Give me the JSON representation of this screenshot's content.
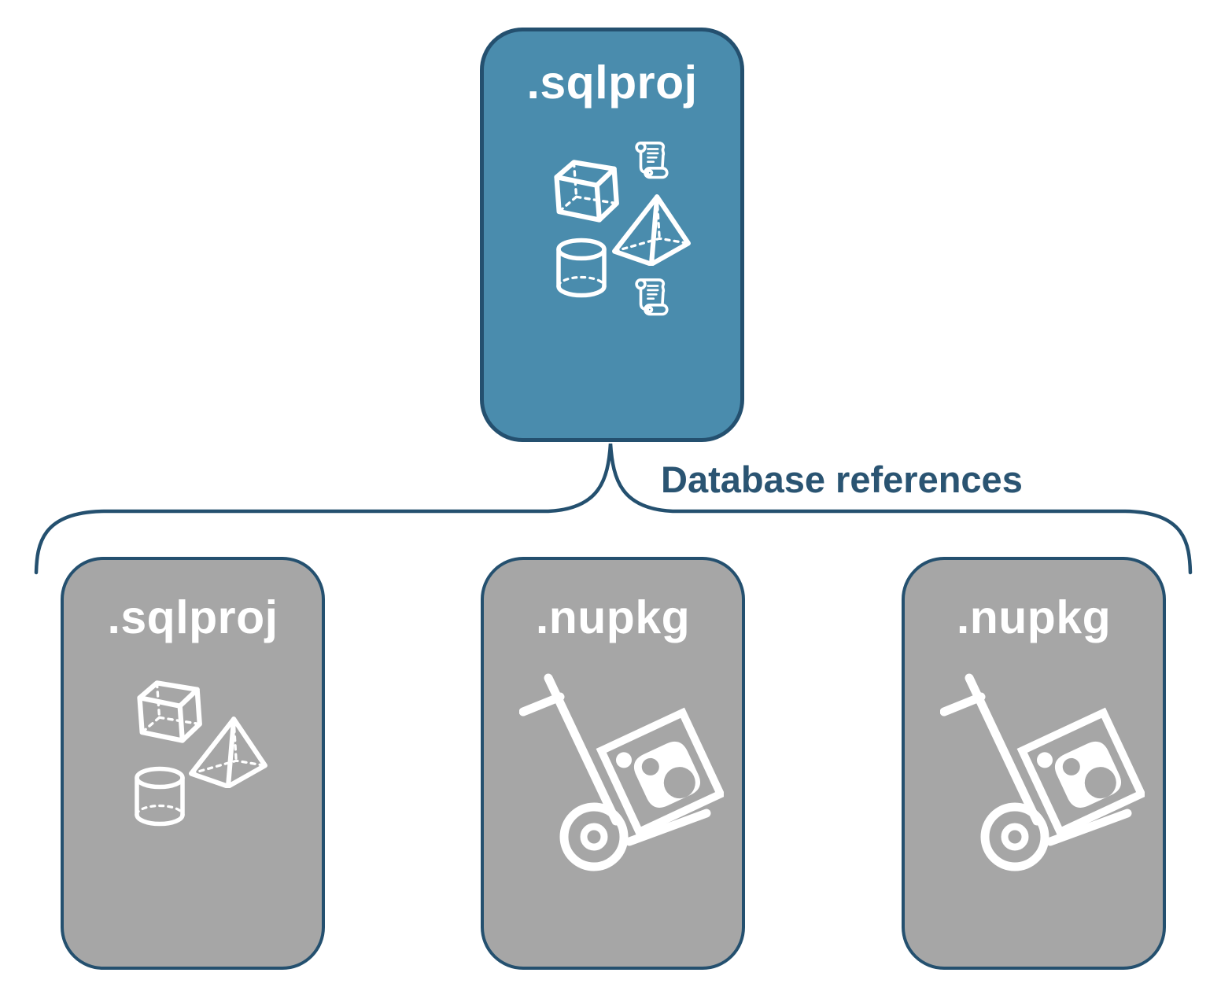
{
  "colors": {
    "background": "#FFFFFF",
    "root_card_fill": "#4A8CAD",
    "child_card_fill": "#A6A6A6",
    "card_border": "#24506F",
    "card_label_text": "#FFFFFF",
    "connector_stroke": "#24506F",
    "relationship_label_text": "#2A5472",
    "icon_color": "#FFFFFF"
  },
  "diagram": {
    "root_card": {
      "label": ".sqlproj",
      "icons": [
        "script-scroll-icon",
        "cube-icon",
        "pyramid-icon",
        "cylinder-icon",
        "script-scroll-icon"
      ]
    },
    "relationship_label": "Database references",
    "child_cards": [
      {
        "label": ".sqlproj",
        "icons": [
          "cube-icon",
          "pyramid-icon",
          "cylinder-icon"
        ]
      },
      {
        "label": ".nupkg",
        "icons": [
          "nuget-hand-truck-icon"
        ]
      },
      {
        "label": ".nupkg",
        "icons": [
          "nuget-hand-truck-icon"
        ]
      }
    ]
  }
}
